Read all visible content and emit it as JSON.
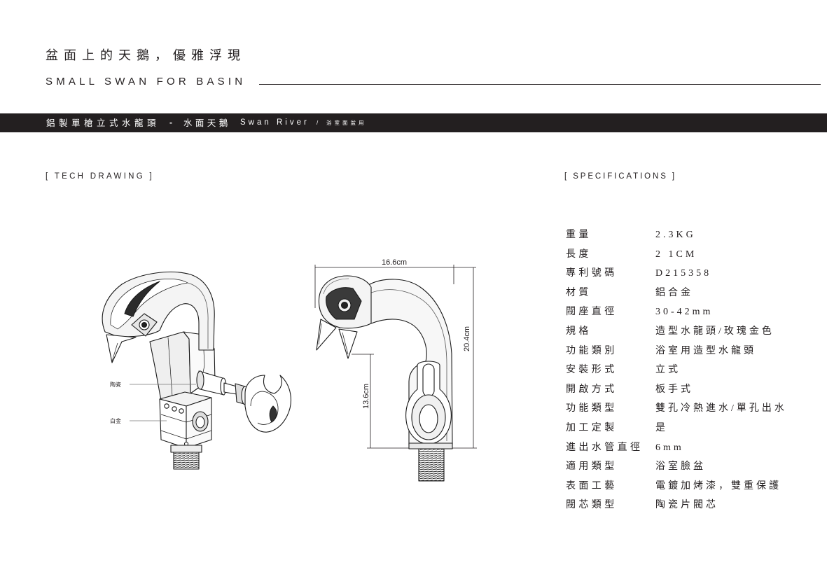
{
  "header": {
    "title": "盆面上的天鵝，優雅浮現",
    "subtitle": "SMALL SWAN FOR BASIN"
  },
  "banner": {
    "product_type": "鋁製單槍立式水龍頭",
    "separator": "-",
    "model_cn": "水面天鵝",
    "model_en": "Swan River",
    "slash": "/",
    "usage": "浴室面盆用"
  },
  "tech_drawing": {
    "heading": "[ TECH DRAWING ]",
    "callout_ceramic": "陶瓷",
    "callout_platinum": "白金",
    "dim_width": "16.6cm",
    "dim_height": "20.4cm",
    "dim_spout_height": "13.6cm"
  },
  "specifications": {
    "heading": "[ SPECIFICATIONS ]",
    "rows": [
      {
        "label": "重量",
        "value": "2.3KG"
      },
      {
        "label": "長度",
        "value": "2 1CM"
      },
      {
        "label": "專利號碼",
        "value": "D215358"
      },
      {
        "label": "材質",
        "value": "鋁合金"
      },
      {
        "label": "閥座直徑",
        "value": "30-42mm"
      },
      {
        "label": "規格",
        "value": "造型水龍頭/玫瑰金色"
      },
      {
        "label": "功能類別",
        "value": "浴室用造型水龍頭"
      },
      {
        "label": "安裝形式",
        "value": "立式"
      },
      {
        "label": "開啟方式",
        "value": "板手式"
      },
      {
        "label": "功能類型",
        "value": "雙孔冷熱進水/單孔出水"
      },
      {
        "label": "加工定製",
        "value": "是"
      },
      {
        "label": "進出水管直徑",
        "value": "6mm"
      },
      {
        "label": "適用類型",
        "value": "浴室臉盆"
      },
      {
        "label": "表面工藝",
        "value": "電鍍加烤漆，雙重保護"
      },
      {
        "label": "閥芯類型",
        "value": "陶瓷片閥芯"
      }
    ]
  },
  "colors": {
    "ink": "#231f20",
    "banner": "#231f20",
    "paper": "#ffffff"
  }
}
